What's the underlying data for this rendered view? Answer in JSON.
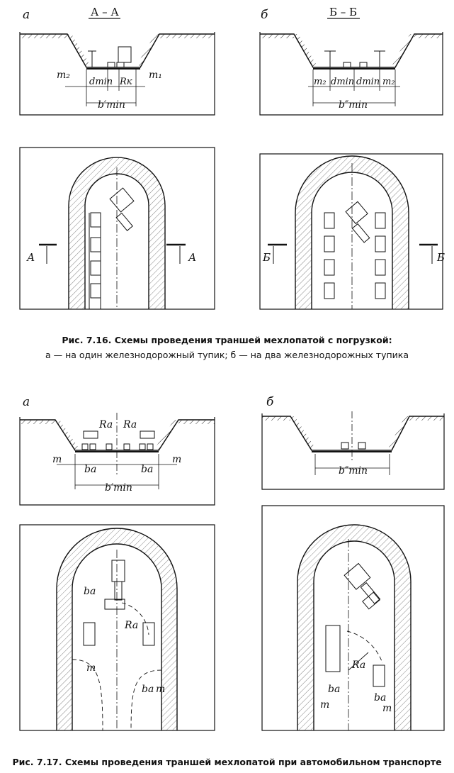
{
  "fig716": {
    "panel_a_letter": "а",
    "panel_b_letter": "б",
    "section_a_title": "А – А",
    "section_b_title": "Б – Б",
    "section_a_marks": [
      "А",
      "А"
    ],
    "section_b_marks": [
      "Б",
      "Б"
    ],
    "dims_a": {
      "m2": "m₂",
      "dmin": "dmin",
      "rk": "Rк",
      "m1": "m₁",
      "bmin": "b′min"
    },
    "dims_b": {
      "m2": "m₂",
      "dmin": "dmin",
      "bmin": "b″min"
    },
    "caption_line1": "Рис. 7.16. Схемы проведения траншей мехлопатой с погрузкой:",
    "caption_line2": "а — на один железнодорожный тупик; б — на два железнодорожных тупика"
  },
  "fig717": {
    "panel_a_letter": "а",
    "panel_b_letter": "б",
    "dims_a": {
      "ra": "Ra",
      "m": "m",
      "ba": "ba",
      "bmin": "b′min"
    },
    "dims_b": {
      "bmin": "b″min",
      "ra": "Ra",
      "ba": "ba",
      "m": "m"
    },
    "caption_line1": "Рис. 7.17. Схемы проведения траншей мехлопатой при автомобильном транспорте"
  }
}
